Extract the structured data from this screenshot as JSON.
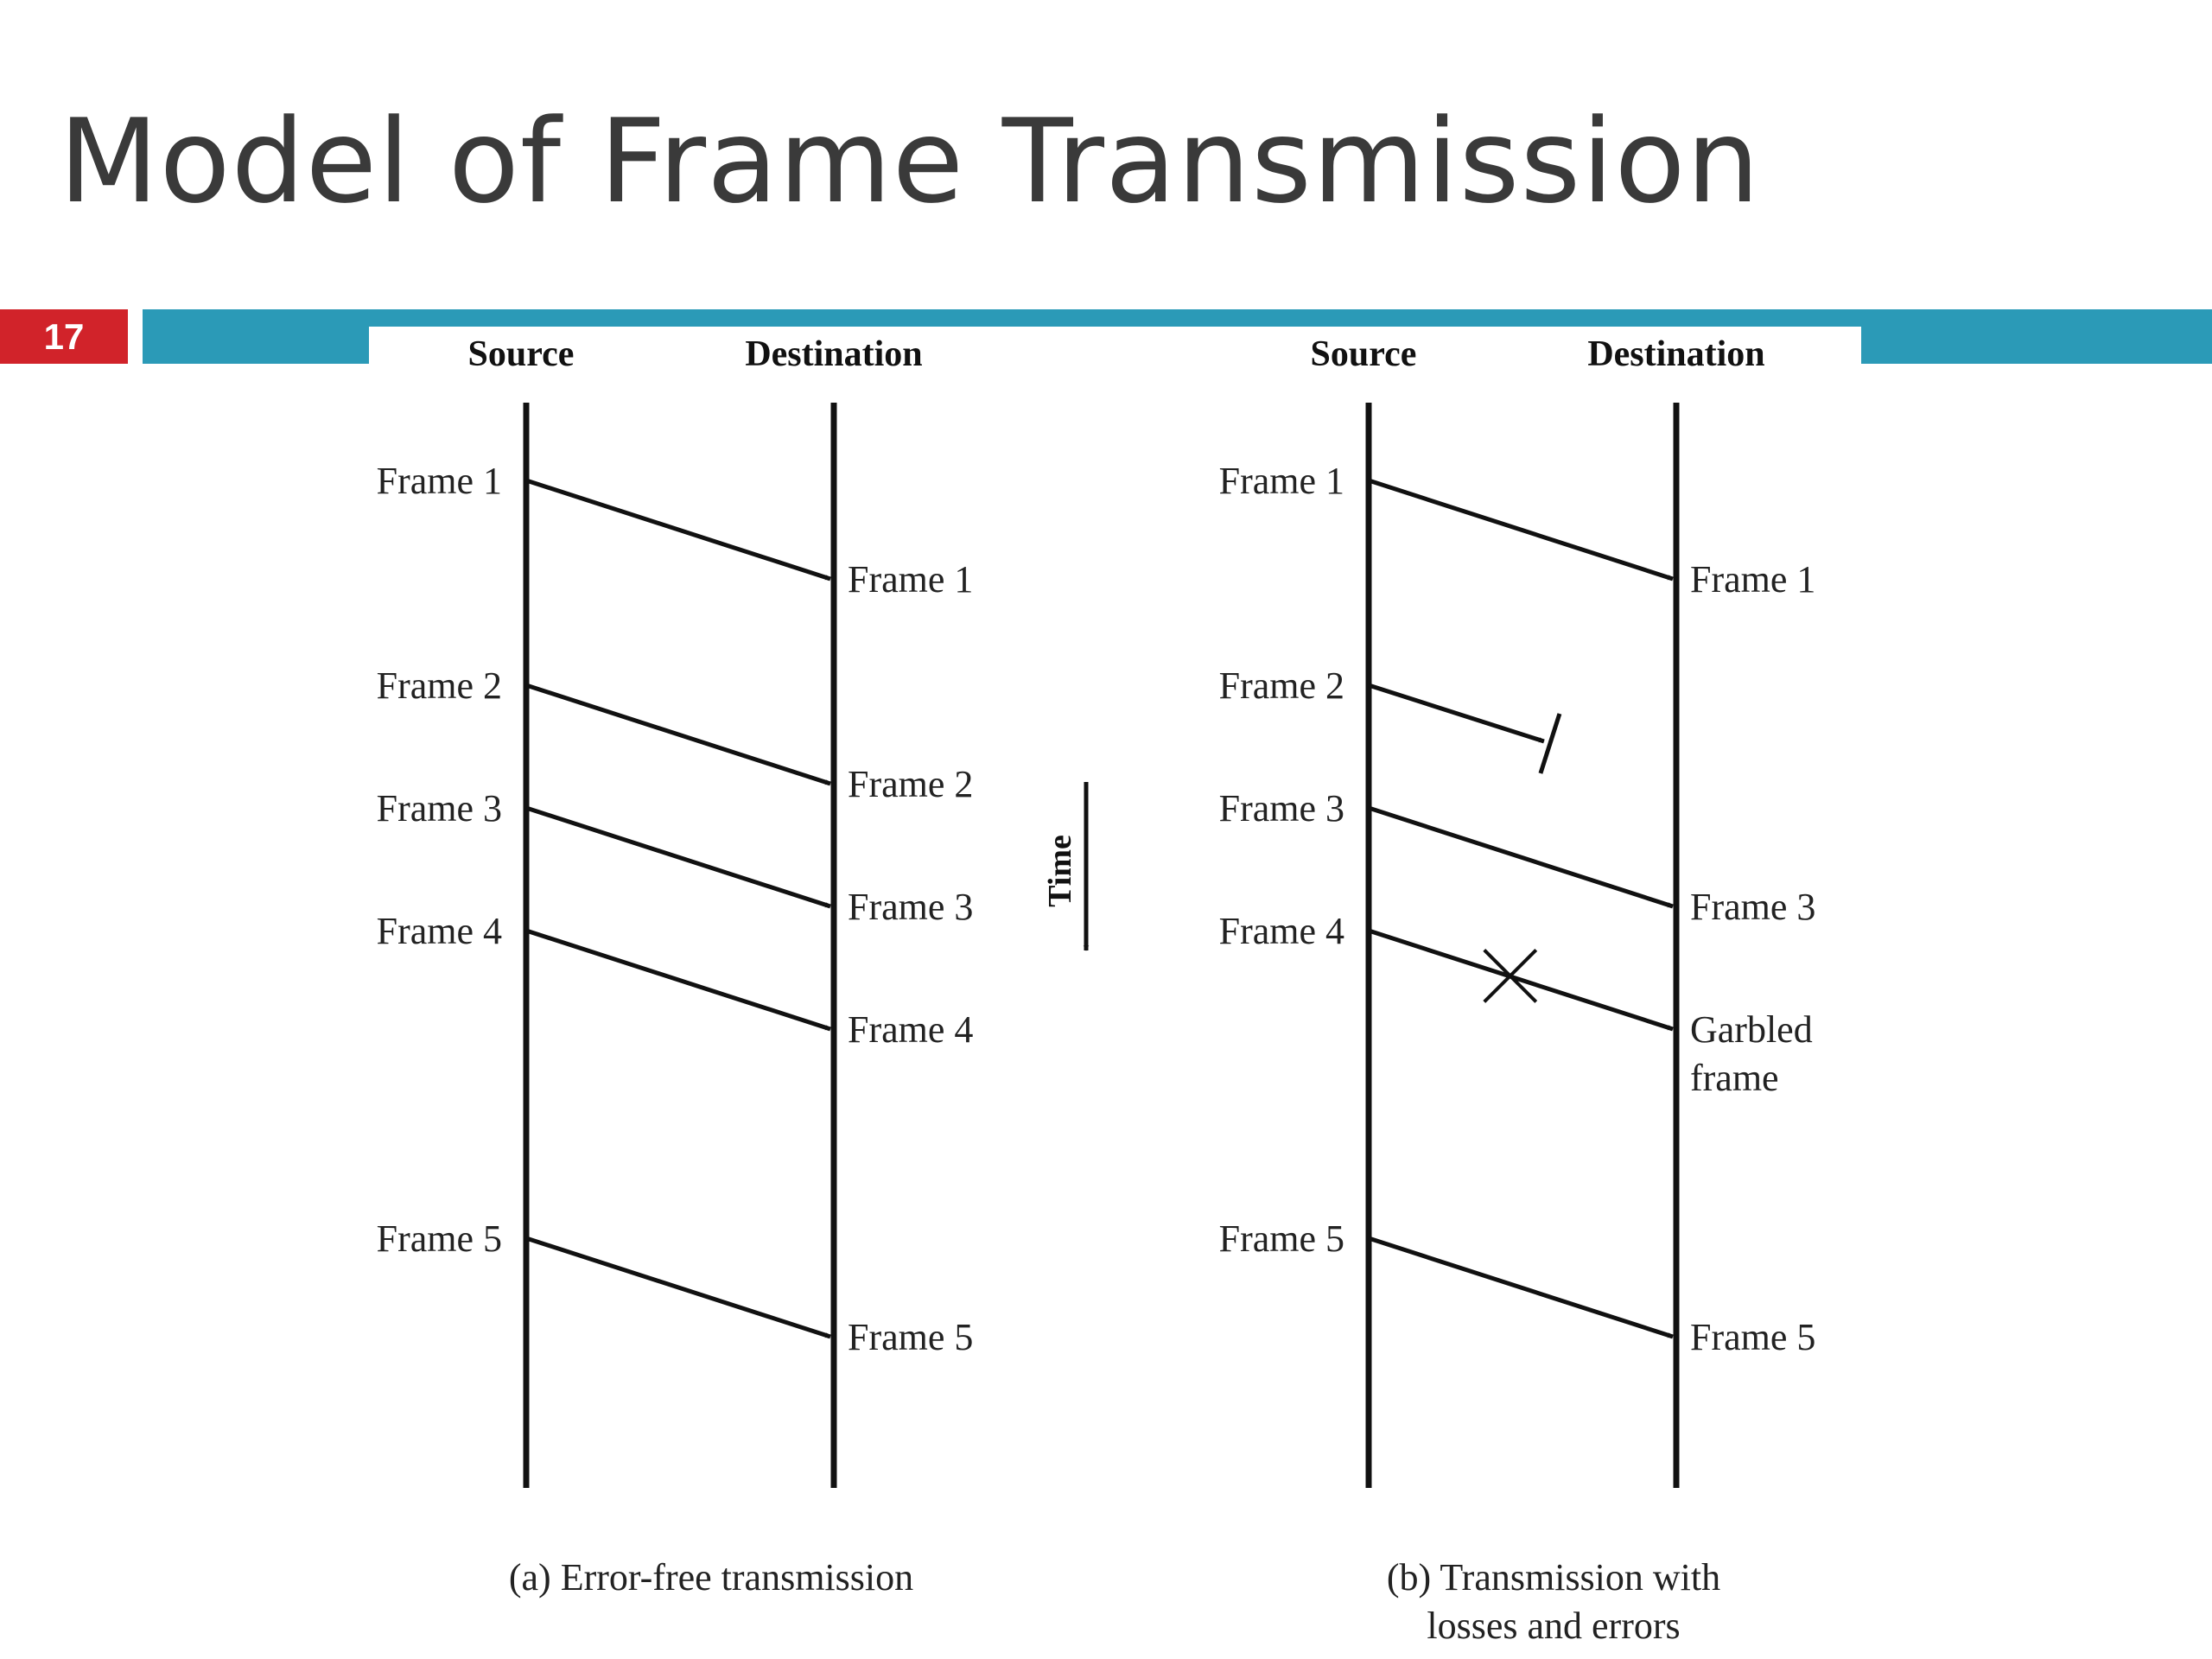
{
  "slide": {
    "title": "Model of Frame Transmission",
    "number": "17",
    "colors": {
      "number_badge": "#d1232a",
      "accent_bar": "#2b9ab7",
      "title_text": "#3a3a3a"
    }
  },
  "diagram": {
    "time_label": "Time",
    "panels": [
      {
        "id": "a",
        "source_header": "Source",
        "destination_header": "Destination",
        "caption": [
          "(a) Error-free transmission"
        ],
        "transmissions": [
          {
            "sent": "Frame 1",
            "received": "Frame 1",
            "outcome": "delivered"
          },
          {
            "sent": "Frame 2",
            "received": "Frame 2",
            "outcome": "delivered"
          },
          {
            "sent": "Frame 3",
            "received": "Frame 3",
            "outcome": "delivered"
          },
          {
            "sent": "Frame 4",
            "received": "Frame 4",
            "outcome": "delivered"
          },
          {
            "sent": "Frame 5",
            "received": "Frame 5",
            "outcome": "delivered"
          }
        ]
      },
      {
        "id": "b",
        "source_header": "Source",
        "destination_header": "Destination",
        "caption": [
          "(b) Transmission with",
          "losses and errors"
        ],
        "transmissions": [
          {
            "sent": "Frame 1",
            "received": "Frame 1",
            "outcome": "delivered"
          },
          {
            "sent": "Frame 2",
            "received": "",
            "outcome": "lost"
          },
          {
            "sent": "Frame 3",
            "received": "Frame 3",
            "outcome": "delivered"
          },
          {
            "sent": "Frame 4",
            "received": [
              "Garbled",
              "frame"
            ],
            "outcome": "garbled"
          },
          {
            "sent": "Frame 5",
            "received": "Frame 5",
            "outcome": "delivered"
          }
        ]
      }
    ]
  }
}
